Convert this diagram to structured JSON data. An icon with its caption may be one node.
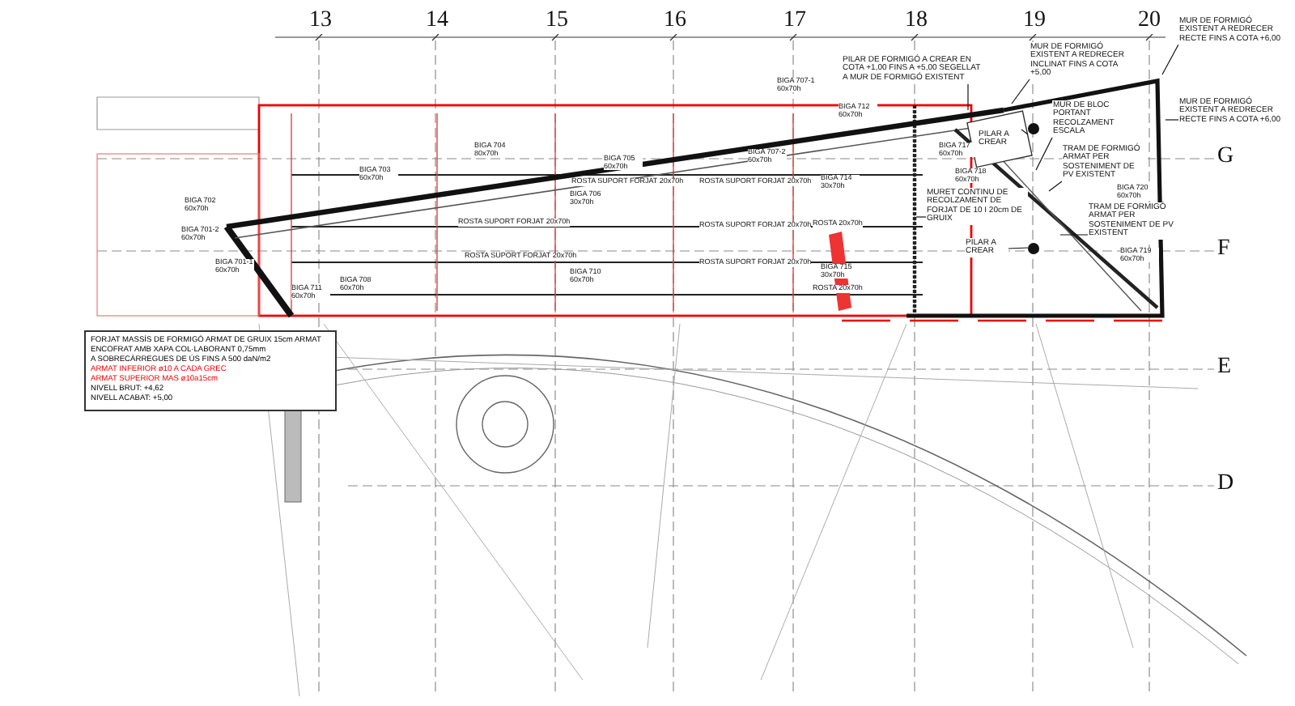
{
  "diagram": {
    "nodes": [
      {
        "text": [
          "PILAR DE FORMIGÓ A CREAR EN COTA +1,00 FINS A +5,00 SEGELLAT A MUR DE FORMIGÓ EXISTENT"
        ]
      },
      {
        "text": [
          "MUR DE FORMIGÓ EXISTENT A REDRECER INCLINAT FINS A COTA +5,00"
        ]
      },
      {
        "text": [
          "MUR DE FORMIGÓ EXISTENT A REDRECER RECTE FINS A COTA +6,00"
        ]
      },
      {
        "text": [
          "MUR DE FORMIGÓ EXISTENT A REDRECER RECTE FINS A COTA +6,00"
        ]
      },
      {
        "text": [
          "MUR DE BLOC PORTANT RECOLZAMENT ESCALA"
        ]
      },
      {
        "text": [
          "TRAM DE FORMIGÓ ARMAT PER SOSTENIMENT DE PV EXISTENT"
        ]
      },
      {
        "text": [
          "TRAM DE FORMIGÓ ARMAT PER SOSTENIMENT DE PV EXISTENT"
        ]
      },
      {
        "text": [
          "PILAR A CREAR"
        ]
      },
      {
        "text": [
          "PILAR A CREAR"
        ]
      },
      {
        "text": [
          "MURET CONTINU DE RECOLZAMENT DE FORJAT DE 10 I 20cm DE GRUIX"
        ]
      },
      {
        "text": [],
        "shape": "circle"
      },
      {
        "text": [],
        "shape": "circle"
      }
    ],
    "edges": [
      {
        "from": 0,
        "to": null,
        "arrow": "none"
      },
      {
        "from": 1,
        "to": null,
        "arrow": "none"
      },
      {
        "from": 2,
        "to": null,
        "arrow": "none"
      },
      {
        "from": 3,
        "to": null,
        "arrow": "none"
      },
      {
        "from": 4,
        "to": null,
        "arrow": "none"
      },
      {
        "from": 5,
        "to": null,
        "arrow": "none"
      },
      {
        "from": 6,
        "to": null,
        "arrow": "none"
      },
      {
        "from": 7,
        "to": 10,
        "arrow": "none"
      },
      {
        "from": 8,
        "to": 11,
        "arrow": "none"
      },
      {
        "from": 9,
        "to": null,
        "arrow": "none"
      }
    ],
    "labels": [
      "13",
      "14",
      "15",
      "16",
      "17",
      "18",
      "19",
      "20",
      "G",
      "F",
      "E",
      "D",
      "BIGA 702 60x70h",
      "BIGA 701-2 60x70h",
      "BIGA 703 60x70h",
      "BIGA 704 80x70h",
      "BIGA 705 60x70h",
      "BIGA 706 30x70h",
      "BIGA 710 60x70h",
      "BIGA 708 60x70h",
      "BIGA 707-1 60x70h",
      "BIGA 707-2 60x70h",
      "BIGA 712 60x70h",
      "BIGA 714 30x70h",
      "BIGA 715 30x70h",
      "BIGA 717 60x70h",
      "BIGA 718 60x70h",
      "BIGA 720 60x70h",
      "BIGA 719 60x70h",
      "BIGA 701-1 60x70h",
      "BIGA 711 60x70h",
      "ROSTA SUPORT FORJAT 20x70h",
      "ROSTA SUPORT FORJAT 20x70h",
      "ROSTA SUPORT FORJAT 20x70h",
      "ROSTA SUPORT FORJAT 20x70h",
      "ROSTA SUPORT FORJAT 20x70h",
      "ROSTA SUPORT FORJAT 20x70h",
      "ROSTA 20x70h",
      "ROSTA 20x70h",
      "FORJAT MASSÍS DE FORMIGÓ ARMAT DE GRUIX 15cm ARMAT",
      "ENCOFRAT AMB XAPA COL·LABORANT 0,75mm",
      "A SOBRECÀRREGUES DE ÚS FINS A 500 daN/m2",
      "ARMAT INFERIOR ø10 A CADA GREC",
      "ARMAT SUPERIOR MAS ø10a15cm",
      "NIVELL BRUT: +4,62",
      "NIVELL ACABAT: +5,00"
    ]
  }
}
